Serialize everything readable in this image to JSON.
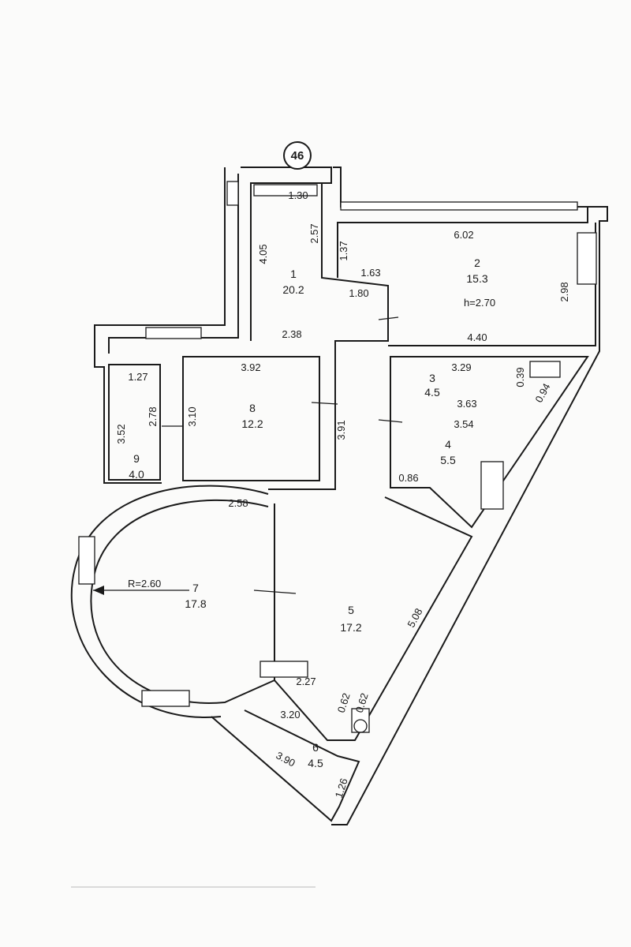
{
  "apartment_number": "46",
  "ceiling_height": "h=2.70",
  "radius_label": "R=2.60",
  "rooms": [
    {
      "id": "1",
      "number": "1",
      "area": "20.2"
    },
    {
      "id": "2",
      "number": "2",
      "area": "15.3"
    },
    {
      "id": "3",
      "number": "3",
      "area": "4.5"
    },
    {
      "id": "4",
      "number": "4",
      "area": "5.5"
    },
    {
      "id": "5",
      "number": "5",
      "area": "17.2"
    },
    {
      "id": "6",
      "number": "6",
      "area": "4.5"
    },
    {
      "id": "7",
      "number": "7",
      "area": "17.8"
    },
    {
      "id": "8",
      "number": "8",
      "area": "12.2"
    },
    {
      "id": "9",
      "number": "9",
      "area": "4.0"
    }
  ],
  "dimensions": {
    "d130": "1.30",
    "d405": "4.05",
    "d257": "2.57",
    "d137": "1.37",
    "d602": "6.02",
    "d163": "1.63",
    "d180": "1.80",
    "d298": "2.98",
    "d440": "4.40",
    "d238": "2.38",
    "d392": "3.92",
    "d127": "1.27",
    "d278": "2.78",
    "d310": "3.10",
    "d391": "3.91",
    "d352": "3.52",
    "d329": "3.29",
    "d039": "0.39",
    "d094": "0.94",
    "d363": "3.63",
    "d354": "3.54",
    "d086": "0.86",
    "d258": "2.58",
    "d508": "5.08",
    "d227": "2.27",
    "d062a": "0.62",
    "d062b": "0.62",
    "d320": "3.20",
    "d390": "3.90",
    "d126": "1.26"
  }
}
